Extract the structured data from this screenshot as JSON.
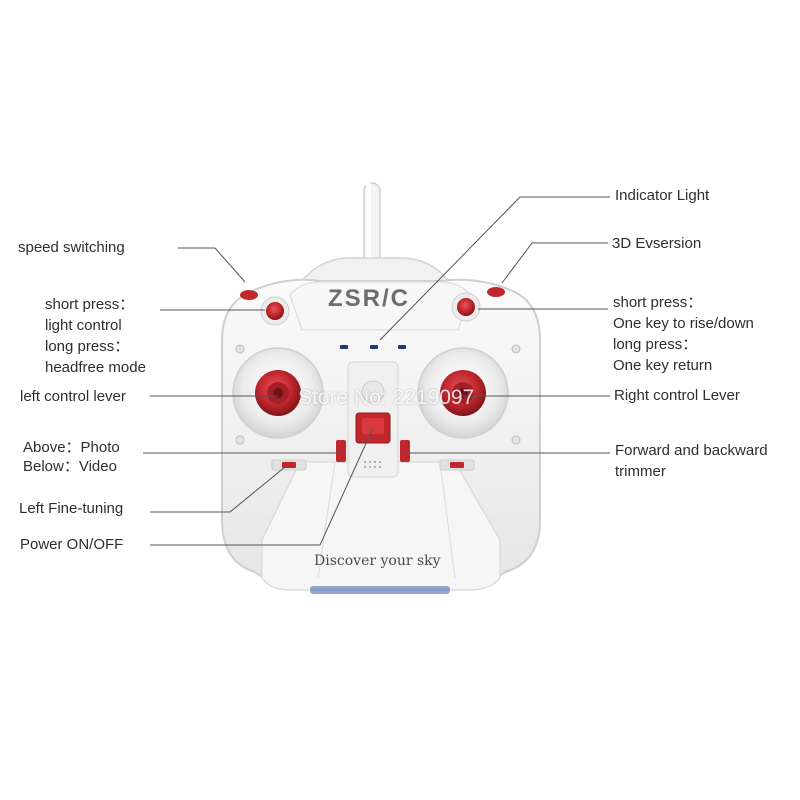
{
  "brand": "ZSR/C",
  "tagline": "Discover your sky",
  "watermark": "Store No: 2219097",
  "colors": {
    "accent_red": "#c0272d",
    "body_white": "#f2f2f2",
    "leader_line": "#555555",
    "indicator_blue": "#1e3b6f"
  },
  "callouts": {
    "indicator_light": [
      "Indicator Light"
    ],
    "speed_switching": [
      "speed switching"
    ],
    "evsersion_3d": [
      "3D Evsersion"
    ],
    "left_shoulder": [
      "short press：",
      "light control",
      "long press：",
      "headfree mode"
    ],
    "right_shoulder": [
      "short press：",
      "One key to rise/down",
      "long press：",
      "One key return"
    ],
    "left_lever": [
      "left control lever"
    ],
    "right_lever": [
      "Right control Lever"
    ],
    "photo_video": [
      "Above：Photo",
      "Below：Video"
    ],
    "trimmer": [
      "Forward and backward",
      "trimmer"
    ],
    "left_fine_tuning": [
      "Left Fine-tuning"
    ],
    "power": [
      "Power ON/OFF"
    ]
  }
}
